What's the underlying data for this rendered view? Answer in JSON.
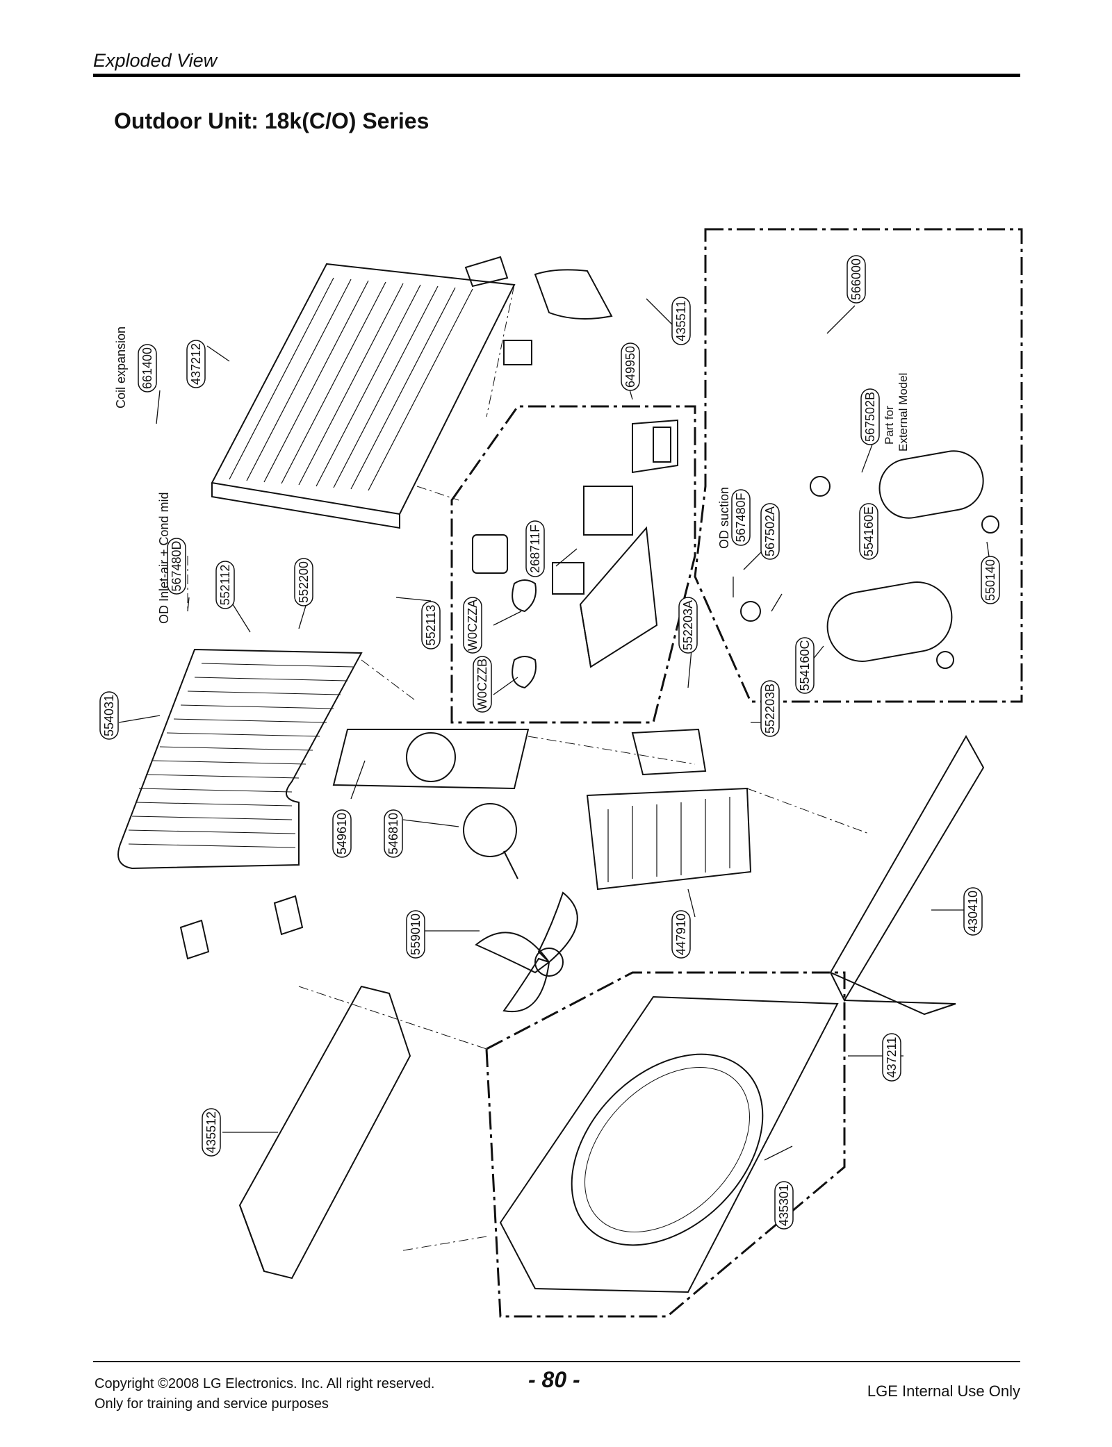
{
  "header": {
    "section": "Exploded View",
    "title": "Outdoor Unit: 18k(C/O) Series"
  },
  "labels": {
    "coil_expansion": "Coil expansion",
    "od_inlet": "OD Inlet-air + Cond mid",
    "od_suction": "OD suction",
    "part_for": "Part for",
    "external_model": "External Model"
  },
  "parts": {
    "p661400": "661400",
    "p437212": "437212",
    "p567480D": "567480D",
    "p552112": "552112",
    "p552200": "552200",
    "p552113": "552113",
    "p554031": "554031",
    "p549610": "549610",
    "p546810": "546810",
    "p559010": "559010",
    "p435512": "435512",
    "p649950": "649950",
    "p435511": "435511",
    "p268711F": "268711F",
    "pW0CZZA": "W0CZZA",
    "pW0CZZB": "W0CZZB",
    "p552203A": "552203A",
    "p552203B": "552203B",
    "p447910": "447910",
    "p435301": "435301",
    "p437211": "437211",
    "p430410": "430410",
    "p566000": "566000",
    "p567502B": "567502B",
    "p554160E": "554160E",
    "p567480F": "567480F",
    "p567502A": "567502A",
    "p550140": "550140",
    "p554160C": "554160C"
  },
  "footer": {
    "copyright": "Copyright ©2008 LG Electronics. Inc. All right reserved.",
    "training": "Only for training and service purposes",
    "page": "- 80 -",
    "internal": "LGE Internal Use Only"
  }
}
